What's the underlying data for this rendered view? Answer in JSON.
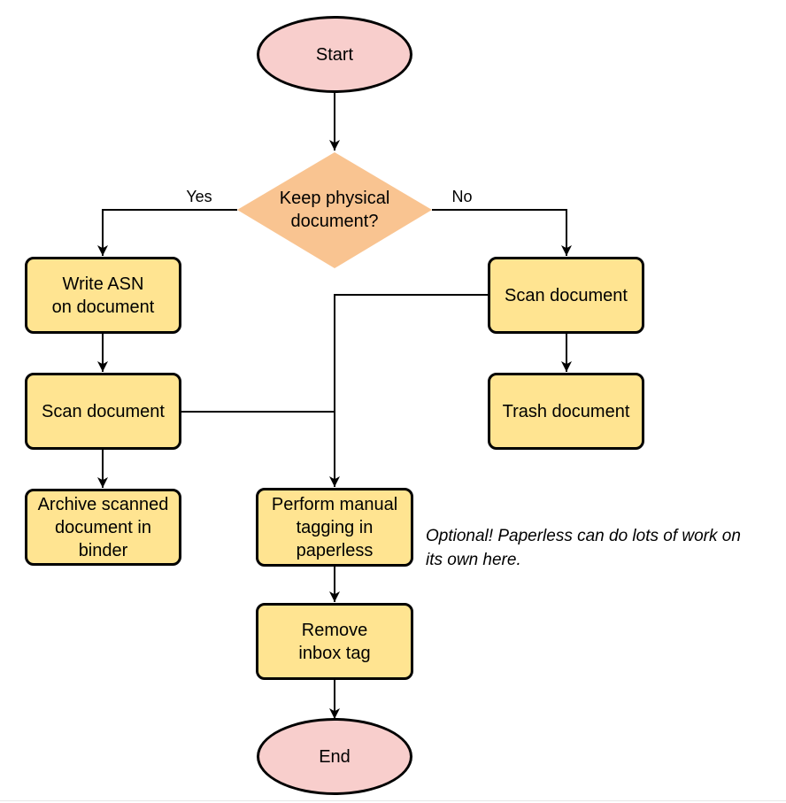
{
  "colors": {
    "stroke": "#000000",
    "terminal_fill": "#F8CECC",
    "decision_fill": "#F9C491",
    "process_fill": "#FFE491",
    "bottom_rule": "#E8E8E8"
  },
  "flowchart": {
    "nodes": {
      "start": "Start",
      "decision": "Keep physical\ndocument?",
      "write_asn": "Write ASN\non document",
      "scan_left": "Scan document",
      "archive": "Archive scanned\ndocument in\nbinder",
      "scan_right": "Scan document",
      "trash": "Trash document",
      "tagging": "Perform manual\ntagging in\npaperless",
      "remove_inbox": "Remove\ninbox tag",
      "end": "End"
    },
    "edge_labels": {
      "yes": "Yes",
      "no": "No"
    },
    "note": "Optional! Paperless can do lots of work on\nits own here."
  }
}
